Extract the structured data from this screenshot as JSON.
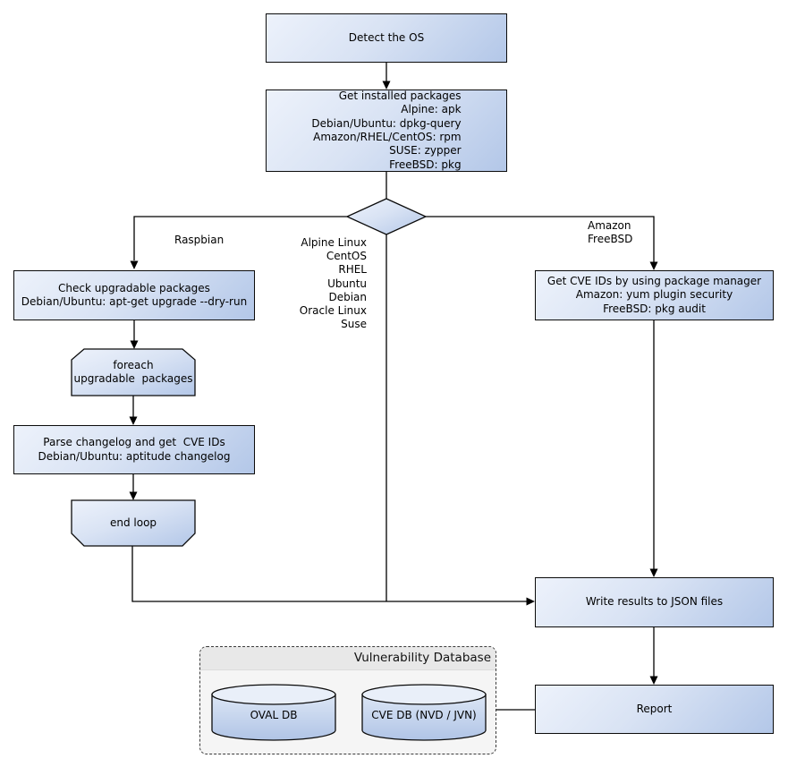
{
  "diagram": {
    "kind": "flowchart",
    "background_color": "#ffffff",
    "colors": {
      "node_fill_light": "#edf2fb",
      "node_fill_dark": "#b3c7e8",
      "node_border": "#0b0b0b",
      "connector": "#000000",
      "group_fill": "#f5f5f5",
      "group_title_fill": "#e8e8e8",
      "group_border": "#3a3a3a"
    },
    "nodes": {
      "detect_os": "Detect the OS",
      "get_installed_packages": "Get installed packages\nAlpine: apk\nDebian/Ubuntu: dpkg-query\nAmazon/RHEL/CentOS: rpm\nSUSE: zypper\nFreeBSD: pkg",
      "check_upgradable": "Check upgradable packages\nDebian/Ubuntu: apt-get upgrade --dry-run",
      "foreach_loop": "foreach\nupgradable  packages",
      "parse_changelog": "Parse changelog and get  CVE IDs\nDebian/Ubuntu: aptitude changelog",
      "end_loop": "end loop",
      "get_cve_ids": "Get CVE IDs by using package manager\nAmazon: yum plugin security\nFreeBSD: pkg audit",
      "write_results": "Write results to JSON files",
      "report": "Report"
    },
    "edge_labels": {
      "raspbian": "Raspbian",
      "os_list": "Alpine Linux\nCentOS\nRHEL\nUbuntu\nDebian\nOracle Linux\nSuse",
      "amazon_freebsd": "Amazon\nFreeBSD"
    },
    "vulnerability_database": {
      "title": "Vulnerability Database",
      "oval_db": "OVAL DB",
      "cve_db": "CVE DB (NVD / JVN)"
    }
  }
}
